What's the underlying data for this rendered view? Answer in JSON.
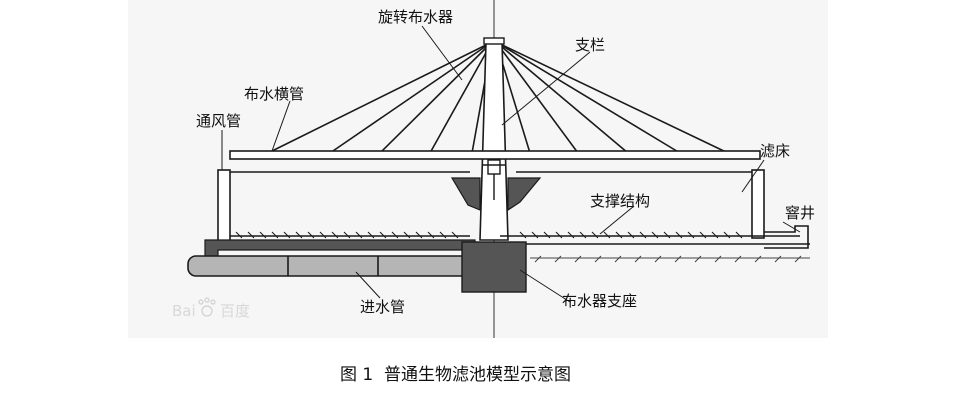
{
  "labels": {
    "rotary_distributor": "旋转布水器",
    "support_rod": "支栏",
    "distribution_pipe": "布水横管",
    "ventilation_pipe": "通风管",
    "filter_bed": "滤床",
    "support_structure": "支撑结构",
    "drain_well": "窨井",
    "inlet_pipe": "进水管",
    "distributor_base": "布水器支座"
  },
  "watermark": {
    "brand_en": "Bai",
    "brand_cn": "百度"
  },
  "caption": "图 1  普通生物滤池模型示意图",
  "colors": {
    "line": "#1a1a1a",
    "panel_bg": "#f6f6f6",
    "fill_dark": "#555555",
    "fill_mid": "#b5b5b5"
  }
}
